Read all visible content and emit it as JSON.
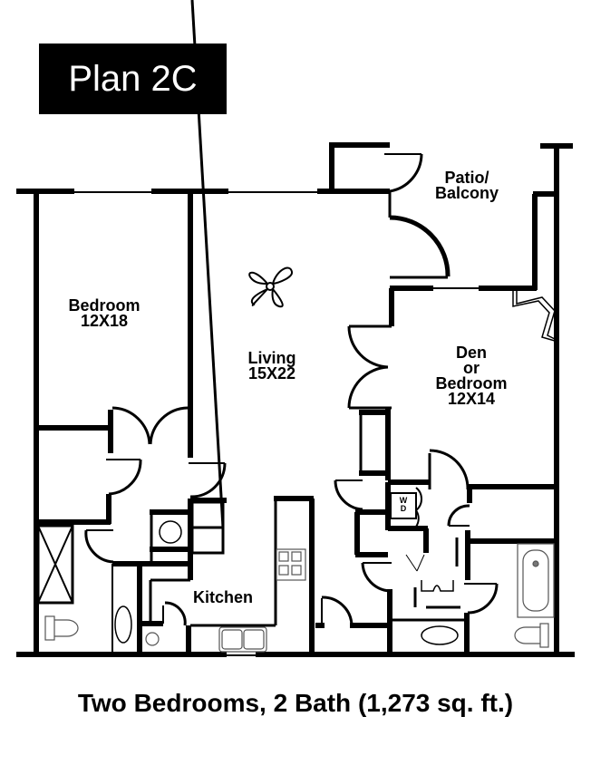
{
  "plan": {
    "title": "Plan 2C"
  },
  "rooms": {
    "bedroom": {
      "name": "Bedroom",
      "size": "12X18"
    },
    "living": {
      "name": "Living",
      "size": "15X22"
    },
    "den": {
      "name_line1": "Den",
      "name_line2": "or",
      "name_line3": "Bedroom",
      "size": "12X14"
    },
    "patio": {
      "name_line1": "Patio/",
      "name_line2": "Balcony"
    },
    "kitchen": {
      "name": "Kitchen"
    }
  },
  "appliances": {
    "washer_dryer_w": "W",
    "washer_dryer_d": "D"
  },
  "caption": "Two Bedrooms, 2 Bath (1,273 sq. ft.)",
  "colors": {
    "wall": "#000000",
    "background": "#ffffff",
    "fixture_stroke": "#555555"
  }
}
